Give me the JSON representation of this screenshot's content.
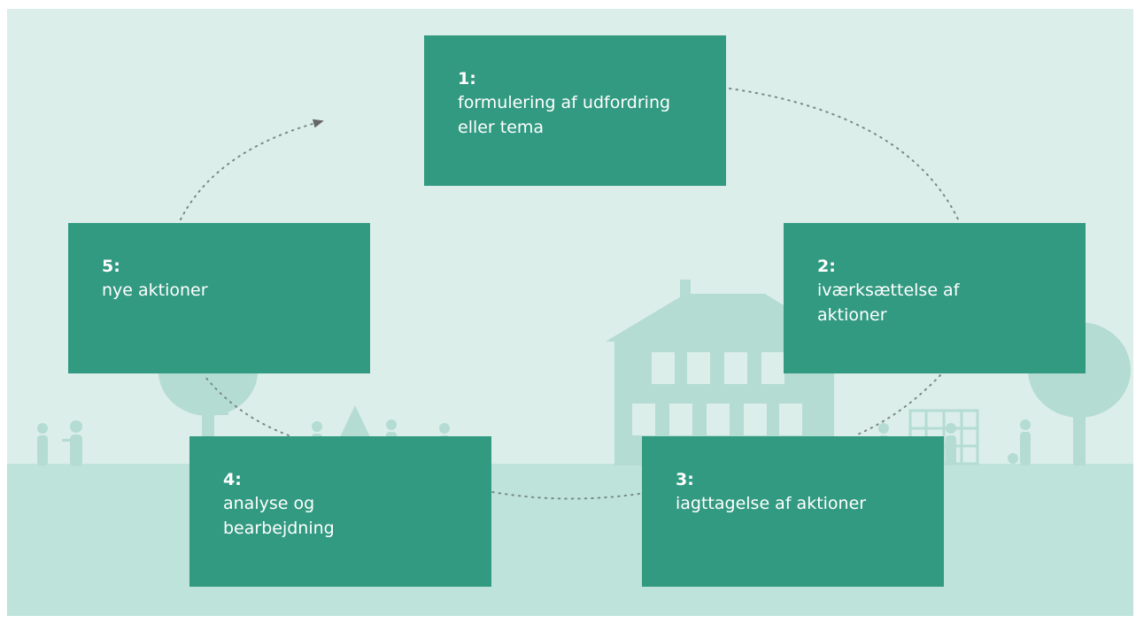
{
  "colors": {
    "background": "#dbeeea",
    "ground": "#bde3da",
    "silhouette": "#b4dcd2",
    "box": "#339a82",
    "box_text": "#ffffff",
    "connector": "#7a8a86"
  },
  "steps": [
    {
      "number": "1:",
      "text": "formulering af udfordring eller tema"
    },
    {
      "number": "2:",
      "text": "iværksættelse af aktioner"
    },
    {
      "number": "3:",
      "text": "iagttagelse af aktioner"
    },
    {
      "number": "4:",
      "text": "analyse og bearbejdning"
    },
    {
      "number": "5:",
      "text": "nye aktioner"
    }
  ]
}
